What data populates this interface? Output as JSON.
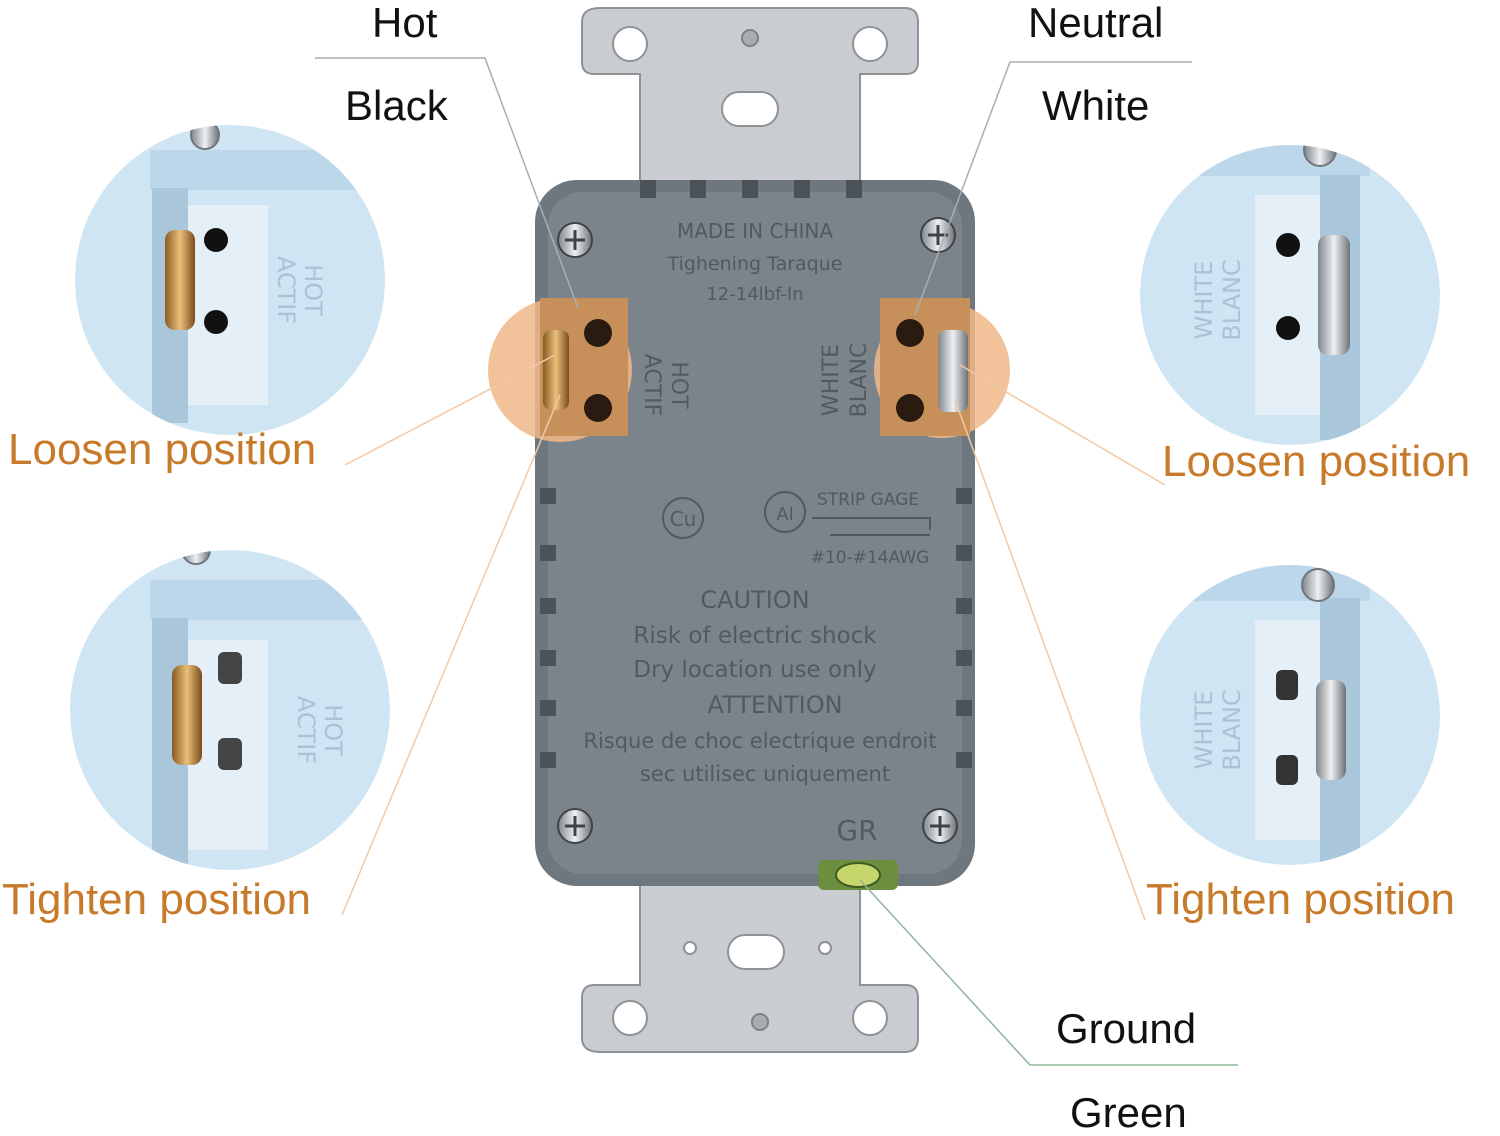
{
  "labels": {
    "hot": "Hot",
    "black": "Black",
    "neutral": "Neutral",
    "white": "White",
    "ground": "Ground",
    "green": "Green",
    "loosen_left": "Loosen position",
    "tighten_left": "Tighten position",
    "loosen_right": "Loosen position",
    "tighten_right": "Tighten position"
  },
  "device_text": {
    "made_in": "MADE IN CHINA",
    "torque_title": "Tighening Taraque",
    "torque_value": "12-14lbf-In",
    "hot_en": "HOT",
    "hot_fr": "ACTIF",
    "white_en": "WHITE",
    "white_fr": "BLANC",
    "cu": "Cu",
    "al": "Al",
    "strip_gage": "STRIP GAGE",
    "awg": "#10-#14AWG",
    "caution": "CAUTION",
    "caution_1": "Risk of electric shock",
    "caution_2": "Dry location use only",
    "attention": "ATTENTION",
    "attention_1": "Risque de choc electrique endroit",
    "attention_2": "sec utilisec uniquement",
    "gr": "GR"
  },
  "colors": {
    "wire_label": "#111111",
    "position_label": "#c77a2a",
    "housing": "#6f777e",
    "strap": "#c9ccd0",
    "insert_bg": "#cfe5f3",
    "terminal_highlight": "#f0b98a",
    "ground_leader": "#8fb59a"
  }
}
